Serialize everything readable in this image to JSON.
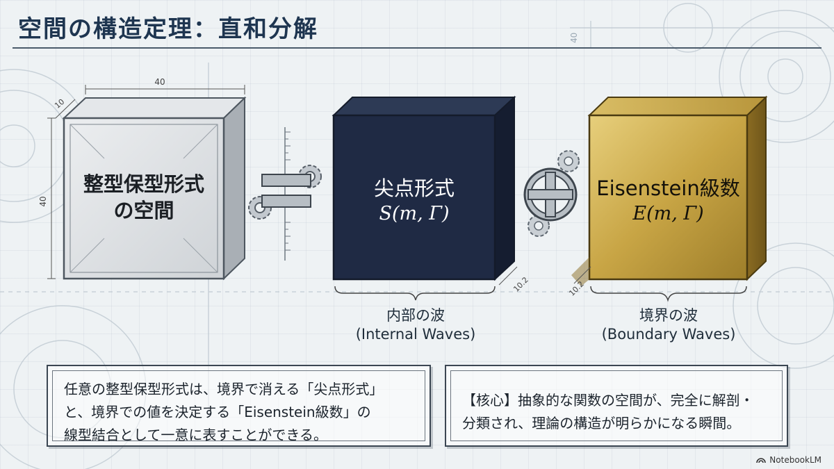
{
  "title": "空間の構造定理：直和分解",
  "dims": {
    "left_width": "40",
    "left_depth": "10",
    "left_height": "40",
    "top_right_dim": "40",
    "mid_depth": "10.2",
    "right_depth": "10.2"
  },
  "cubes": {
    "left": {
      "line1": "整型保型形式",
      "line2": "の空間"
    },
    "middle": {
      "line1": "尖点形式",
      "math": "S(m, Γ)"
    },
    "right": {
      "line1": "Eisenstein級数",
      "math": "E(m, Γ)"
    }
  },
  "captions": {
    "middle": {
      "jp": "内部の波",
      "en": "(Internal Waves)"
    },
    "right": {
      "jp": "境界の波",
      "en": "(Boundary Waves)"
    }
  },
  "boxes": {
    "left": {
      "line1": "任意の整型保型形式は、境界で消える「尖点形式」",
      "line2": "と、境界での値を決定する「Eisenstein級数」の",
      "line3": "線型結合として一意に表すことができる。"
    },
    "right": {
      "line1": "【核心】抽象的な関数の空間が、完全に解剖・",
      "line2": "分類され、理論の構造が明らかになる瞬間。"
    }
  },
  "footer": {
    "brand": "NotebookLM"
  },
  "colors": {
    "title": "#1e3550",
    "left_cube_front": "#dcdfe2",
    "middle_cube_front": "#1f2a44",
    "right_cube_front": "#c9a94a"
  },
  "icons": {
    "equals": "equals-icon",
    "direct_sum": "direct-sum-icon",
    "gear": "gear-icon"
  }
}
